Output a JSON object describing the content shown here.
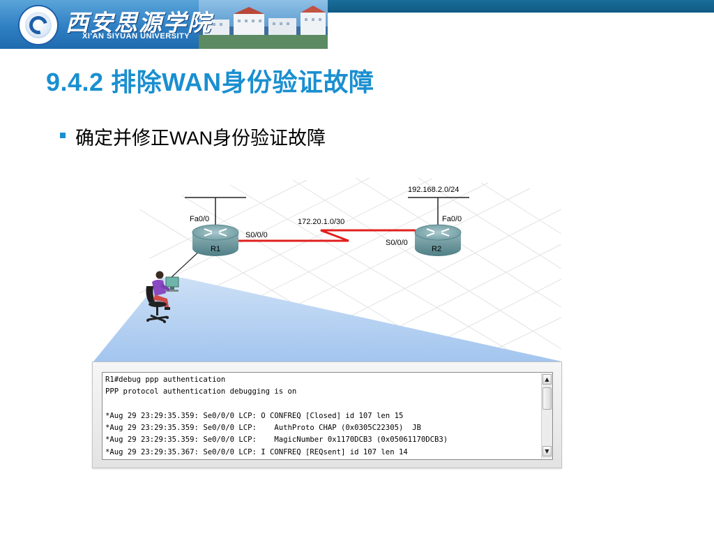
{
  "header": {
    "school_name_cn": "西安思源学院",
    "school_name_en": "XI'AN SIYUAN UNIVERSITY",
    "logo_icon": "university-seal-icon"
  },
  "slide": {
    "title": "9.4.2  排除WAN身份验证故障",
    "bullet": "确定并修正WAN身份验证故障",
    "accent_color": "#1a8fd0"
  },
  "topology": {
    "routers": [
      {
        "name": "R1",
        "lan_interface": "Fa0/0",
        "serial_interface": "S0/0/0"
      },
      {
        "name": "R2",
        "lan_interface": "Fa0/0",
        "serial_interface": "S0/0/0"
      }
    ],
    "wan_network": "172.20.1.0/30",
    "r2_lan_network": "192.168.2.0/24",
    "serial_link_color": "#e0201e",
    "workstation_icon": "admin-at-pc-icon"
  },
  "terminal": {
    "lines": [
      "R1#debug ppp authentication",
      "PPP protocol authentication debugging is on",
      "",
      "*Aug 29 23:29:35.359: Se0/0/0 LCP: O CONFREQ [Closed] id 107 len 15",
      "*Aug 29 23:29:35.359: Se0/0/0 LCP:    AuthProto CHAP (0x0305C22305)  JB",
      "*Aug 29 23:29:35.359: Se0/0/0 LCP:    MagicNumber 0x1170DCB3 (0x05061170DCB3)",
      "*Aug 29 23:29:35.367: Se0/0/0 LCP: I CONFREQ [REQsent] id 107 len 14"
    ],
    "scroll_up_icon": "scroll-up-arrow-icon",
    "scroll_down_icon": "scroll-down-arrow-icon"
  }
}
